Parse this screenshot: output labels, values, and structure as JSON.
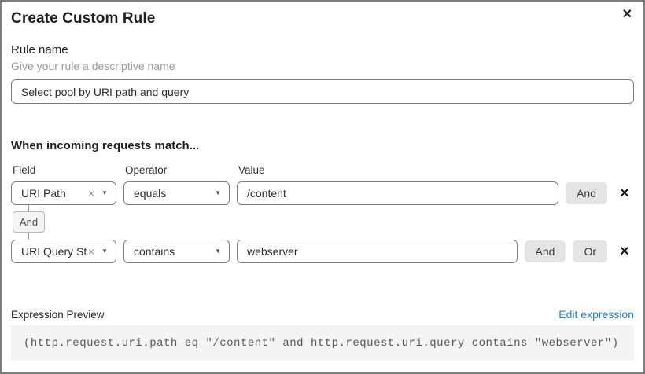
{
  "dialog": {
    "title": "Create Custom Rule"
  },
  "icons": {
    "close": "✕",
    "delete_row": "✕",
    "clear_select": "×",
    "caret_down": "▼"
  },
  "rule_name": {
    "label": "Rule name",
    "help": "Give your rule a descriptive name",
    "value": "Select pool by URI path and query"
  },
  "matcher": {
    "heading": "When incoming requests match...",
    "columns": {
      "field": "Field",
      "operator": "Operator",
      "value": "Value"
    },
    "connector_label": "And",
    "rows": [
      {
        "field": "URI Path",
        "operator": "equals",
        "value": "/content",
        "buttons": [
          "And"
        ]
      },
      {
        "field": "URI Query St...",
        "operator": "contains",
        "value": "webserver",
        "buttons": [
          "And",
          "Or"
        ]
      }
    ]
  },
  "expression": {
    "label": "Expression Preview",
    "edit_link": "Edit expression",
    "code": "(http.request.uri.path eq \"/content\" and http.request.uri.query contains \"webserver\")"
  },
  "colors": {
    "link_blue": "#2d7fb8",
    "button_gray": "#e4e4e4",
    "code_background": "#f4f4f4"
  }
}
